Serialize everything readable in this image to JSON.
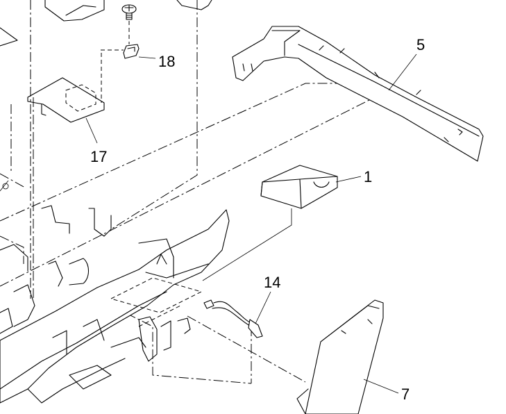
{
  "diagram": {
    "callouts": [
      {
        "id": "part-5",
        "label": "5"
      },
      {
        "id": "part-18",
        "label": "18"
      },
      {
        "id": "part-17",
        "label": "17"
      },
      {
        "id": "part-1",
        "label": "1"
      },
      {
        "id": "part-14",
        "label": "14"
      },
      {
        "id": "part-7",
        "label": "7"
      }
    ]
  }
}
